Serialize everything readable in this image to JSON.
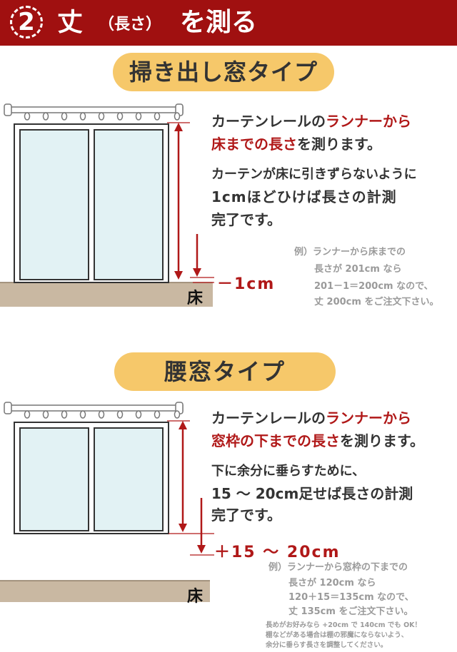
{
  "header": {
    "step_number": "2",
    "title_main": "丈",
    "title_sub": "（長さ）",
    "title_rest": "を測る"
  },
  "section1": {
    "title": "掃き出し窓タイプ",
    "desc_line1_pre": "カーテンレールの",
    "desc_line1_red": "ランナー",
    "desc_line1_post": "から",
    "desc_line2_red": "床までの長さ",
    "desc_line2_post": "を測ります。",
    "note_line1": "カーテンが床に引きずらないように",
    "note_line2": "1cmほどひけば長さの計測",
    "note_line3": "完了です。",
    "measure_label": "－1cm",
    "floor_label": "床",
    "example": [
      "例）ランナーから床までの",
      "長さが 201cm なら",
      "201－1＝200cm なので、",
      "丈 200cm をご注文下さい。"
    ]
  },
  "section2": {
    "title": "腰窓タイプ",
    "desc_line1_pre": "カーテンレールの",
    "desc_line1_red": "ランナー",
    "desc_line1_post": "から",
    "desc_line2_red": "窓枠の下までの長さ",
    "desc_line2_post": "を測ります。",
    "note_line1": "下に余分に垂らすために、",
    "note_line2": "15 ～ 20cm足せば長さの計測",
    "note_line3": "完了です。",
    "measure_label": "＋15 ～ 20cm",
    "floor_label": "床",
    "example": [
      "例）ランナーから窓枠の下までの",
      "長さが 120cm なら",
      "120＋15＝135cm なので、",
      "丈 135cm をご注文下さい。"
    ],
    "footnote": [
      "長めがお好みなら +20cm で 140cm でも OK！",
      "棚などがある場合は棚の邪魔にならないよう、",
      "余分に垂らす長さを調整してください。"
    ]
  },
  "colors": {
    "header_bg": "#a01010",
    "accent_red": "#b01818",
    "pill_bg": "#f6c86a",
    "floor": "#c9b8a2",
    "glass": "#e2f2f4"
  }
}
